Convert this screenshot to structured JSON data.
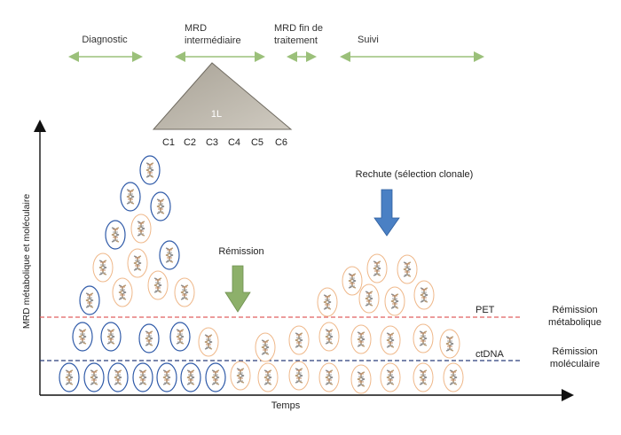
{
  "phases": {
    "diagnostic": "Diagnostic",
    "mrd_mid_line1": "MRD",
    "mrd_mid_line2": "intermédiaire",
    "mrd_end_line1": "MRD fin de",
    "mrd_end_line2": "traitement",
    "followup": "Suivi"
  },
  "treatment": {
    "line_label": "1L",
    "cycles": [
      "C1",
      "C2",
      "C3",
      "C4",
      "C5",
      "C6"
    ]
  },
  "axes": {
    "y_label": "MRD métabolique et moléculaire",
    "x_label": "Temps"
  },
  "annotations": {
    "remission": "Rémission",
    "relapse": "Rechute (sélection clonale)"
  },
  "thresholds": {
    "pet": {
      "label": "PET",
      "right_line1": "Rémission",
      "right_line2": "métabolique",
      "color": "#e06060"
    },
    "ctdna": {
      "label": "ctDNA",
      "right_line1": "Rémission",
      "right_line2": "moléculaire",
      "color": "#2a3f7a"
    }
  },
  "colors": {
    "green_arrow": "#8db06a",
    "phase_arrow": "#9bc07a",
    "relapse_arrow": "#4a80c4",
    "triangle": "#b9b3a8",
    "cell_blue": "#2f5aa8",
    "cell_orange": "#efb88a"
  },
  "icons": {
    "cell": "dna-cell-icon"
  }
}
